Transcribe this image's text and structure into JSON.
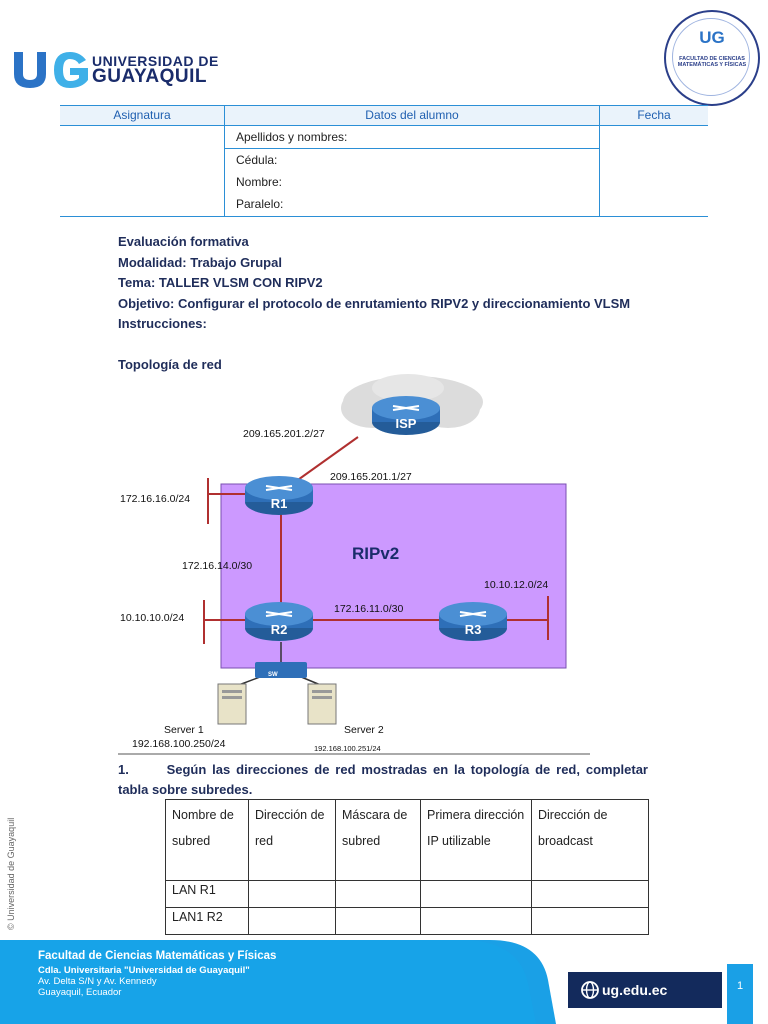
{
  "header": {
    "logo_mark": "UG",
    "logo_line1": "UNIVERSIDAD DE",
    "logo_line2": "GUAYAQUIL",
    "seal_mark": "UG",
    "seal_text": "FACULTAD DE CIENCIAS MATEMÁTICAS Y FÍSICAS"
  },
  "info_table": {
    "col1": "Asignatura",
    "col2": "Datos del alumno",
    "col3": "Fecha",
    "rows": [
      "Apellidos y nombres:",
      "Cédula:",
      "Nombre:",
      "Paralelo:"
    ]
  },
  "body": {
    "l1": "Evaluación formativa",
    "l2": "Modalidad: Trabajo Grupal",
    "l3": "Tema: TALLER VLSM CON RIPV2",
    "l4": "Objetivo:  Configurar el protocolo de enrutamiento RIPV2 y direccionamiento VLSM",
    "l5": "Instrucciones:",
    "topology_title": "Topología de red"
  },
  "topology": {
    "isp": "ISP",
    "isp_ip": "209.165.201.2/27",
    "r1_ip": "209.165.201.1/27",
    "r1_lan": "172.16.16.0/24",
    "r1_r2": "172.16.14.0/30",
    "r2_lan": "10.10.10.0/24",
    "r2_r3": "172.16.11.0/30",
    "r3_lan": "10.10.12.0/24",
    "ripv2": "RIPv2",
    "r1": "R1",
    "r2": "R2",
    "r3": "R3",
    "sw": "SW",
    "server1": "Server 1",
    "server1_ip": "192.168.100.250/24",
    "server2": "Server 2",
    "server2_ip": "192.168.100.251/24"
  },
  "question": {
    "number": "1.",
    "text": "Según las direcciones de red mostradas en la topología de red, completar tabla sobre subredes."
  },
  "subnet_table": {
    "headers": [
      "Nombre de subred",
      "Dirección de red",
      "Máscara de subred",
      "Primera dirección IP utilizable",
      "Dirección de broadcast"
    ],
    "rows": [
      [
        "LAN R1",
        "",
        "",
        "",
        ""
      ],
      [
        "LAN1 R2",
        "",
        "",
        "",
        ""
      ]
    ]
  },
  "side_text": "© Universidad de Guayaquil",
  "footer": {
    "faculty": "Facultad de Ciencias Matemáticas y Físicas",
    "address1": "Cdla. Universitaria \"Universidad de Guayaquil\"",
    "address2": "Av. Delta S/N y Av. Kennedy",
    "address3": "Guayaquil, Ecuador",
    "url": "ug.edu.ec",
    "page": "1"
  },
  "colors": {
    "navy": "#1a2c6b",
    "accent_blue": "#2b8fd6",
    "ripv2_area": "#cc99ff",
    "router_blue": "#2e6fb8",
    "link_red": "#c0392b",
    "footer_dark": "#132a5c"
  }
}
